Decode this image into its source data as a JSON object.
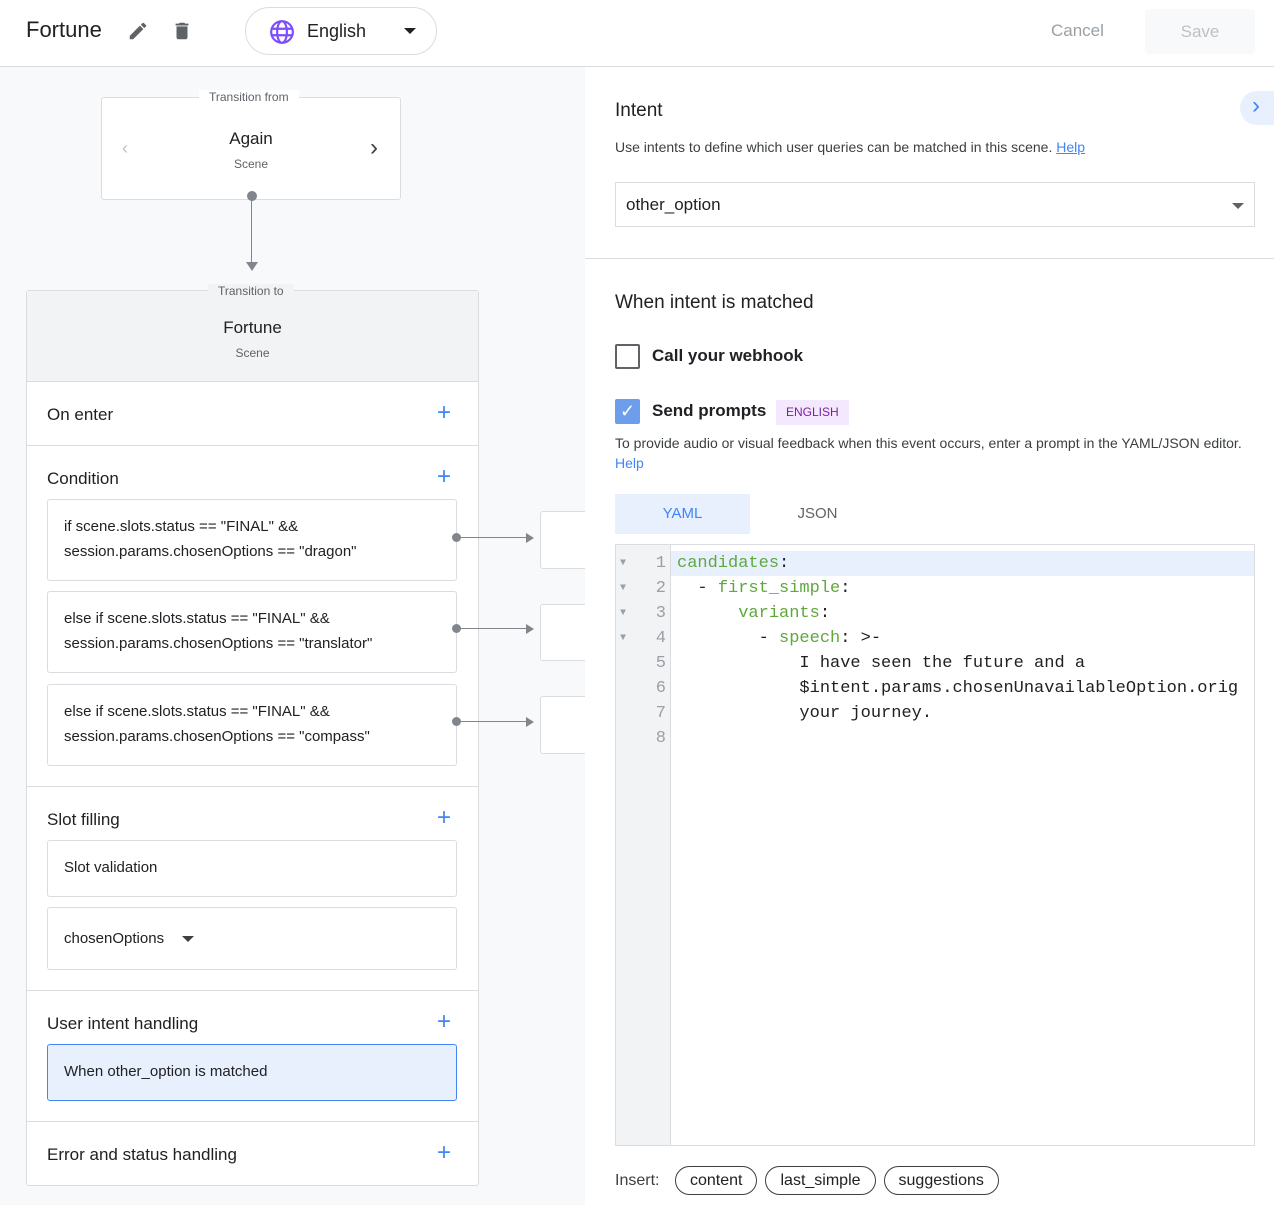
{
  "header": {
    "title": "Fortune",
    "edit_icon": "pencil-icon",
    "delete_icon": "trash-icon",
    "language": "English",
    "cancel_label": "Cancel",
    "save_label": "Save"
  },
  "flow": {
    "from": {
      "legend": "Transition from",
      "name": "Again",
      "type": "Scene"
    },
    "to": {
      "legend": "Transition to",
      "name": "Fortune",
      "type": "Scene"
    },
    "on_enter": "On enter",
    "condition": {
      "label": "Condition",
      "items": [
        {
          "line1": "if scene.slots.status == \"FINAL\" &&",
          "line2": "session.params.chosenOptions == \"dragon\""
        },
        {
          "line1": "else if scene.slots.status == \"FINAL\" &&",
          "line2": "session.params.chosenOptions == \"translator\""
        },
        {
          "line1": "else if scene.slots.status == \"FINAL\" &&",
          "line2": "session.params.chosenOptions == \"compass\""
        }
      ]
    },
    "slot_filling": {
      "label": "Slot filling",
      "validation": "Slot validation",
      "slot": "chosenOptions"
    },
    "user_intent": {
      "label": "User intent handling",
      "item": "When other_option is matched"
    },
    "error": {
      "label": "Error and status handling"
    }
  },
  "intent": {
    "title": "Intent",
    "description": "Use intents to define which user queries can be matched in this scene.",
    "help": "Help",
    "selected": "other_option"
  },
  "matched": {
    "title": "When intent is matched",
    "webhook_label": "Call your webhook",
    "webhook_checked": false,
    "prompts_label": "Send prompts",
    "prompts_checked": true,
    "badge": "ENGLISH",
    "hint": "To provide audio or visual feedback when this event occurs, enter a prompt in the YAML/JSON editor.",
    "help": "Help",
    "tabs": [
      "YAML",
      "JSON"
    ],
    "active_tab": "YAML"
  },
  "editor": {
    "lines": [
      {
        "n": "1",
        "indent": "",
        "key": "candidates",
        "rest": ":",
        "fold": true
      },
      {
        "n": "2",
        "indent": "  - ",
        "key": "first_simple",
        "rest": ":",
        "fold": true
      },
      {
        "n": "3",
        "indent": "      ",
        "key": "variants",
        "rest": ":",
        "fold": true
      },
      {
        "n": "4",
        "indent": "        - ",
        "key": "speech",
        "rest": ": >-",
        "fold": true
      },
      {
        "n": "5",
        "indent": "            ",
        "key": "",
        "rest": "I have seen the future and a",
        "fold": false
      },
      {
        "n": "6",
        "indent": "            ",
        "key": "",
        "rest": "$intent.params.chosenUnavailableOption.orig",
        "fold": false
      },
      {
        "n": "7",
        "indent": "            ",
        "key": "",
        "rest": "your journey.",
        "fold": false
      },
      {
        "n": "8",
        "indent": "",
        "key": "",
        "rest": "",
        "fold": false
      }
    ]
  },
  "insert": {
    "label": "Insert:",
    "chips": [
      "content",
      "last_simple",
      "suggestions"
    ]
  },
  "colors": {
    "accent": "#4285f4",
    "badge_bg": "#f3e8fd",
    "badge_text": "#7b1fa2",
    "selected_bg": "#e8f0fe",
    "code_key": "#5fa83d"
  }
}
